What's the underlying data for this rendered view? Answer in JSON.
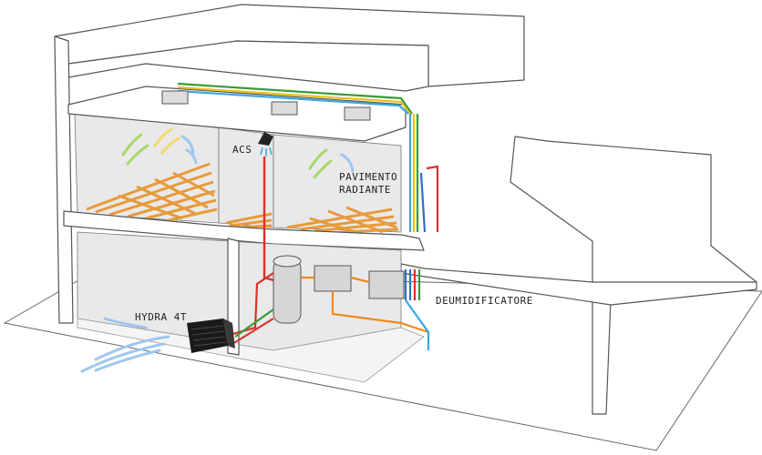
{
  "labels": {
    "acs": "ACS",
    "pavimento_line1": "PAVIMENTO",
    "pavimento_line2": "RADIANTE",
    "deumidificatore": "DEUMIDIFICATORE",
    "hydra": "HYDRA 4T"
  },
  "colors": {
    "pipe_red": "#d8322a",
    "pipe_blue": "#2f6fc0",
    "pipe_green": "#3a9a3a",
    "pipe_yellow": "#e9c21e",
    "pipe_orange": "#f08a1e",
    "pipe_lightblue": "#3aa6e0",
    "floor_heating": "#e89a3a"
  },
  "icons": [
    "air-flow-icon",
    "shower-icon",
    "heat-pump-unit",
    "storage-tank",
    "dehumidifier-unit",
    "ceiling-fan-coil"
  ]
}
